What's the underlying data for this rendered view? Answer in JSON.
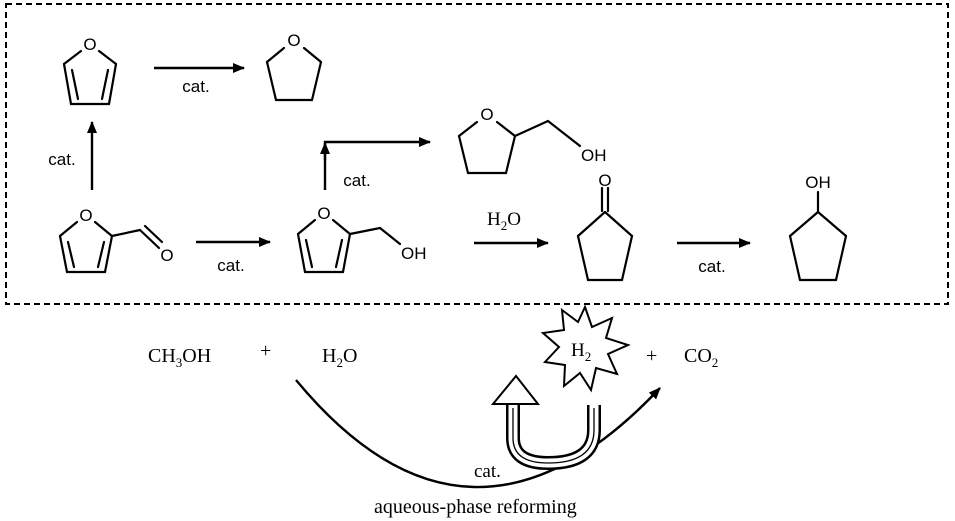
{
  "atoms": {
    "O": "O",
    "OH": "OH"
  },
  "reactions": {
    "catalyst_label": "cat.",
    "water": {
      "main": "H",
      "sub": "2",
      "tail": "O"
    }
  },
  "bottom": {
    "methanol": {
      "pre": "CH",
      "sub": "3",
      "post": "OH"
    },
    "plus": "+",
    "water": {
      "pre": "H",
      "sub": "2",
      "post": "O"
    },
    "hydrogen": {
      "pre": "H",
      "sub": "2"
    },
    "co2": {
      "pre": "CO",
      "sub": "2"
    },
    "catalyst_label": "cat.",
    "process_label": "aqueous-phase reforming"
  },
  "colors": {
    "ink": "#000000",
    "background": "#ffffff"
  }
}
